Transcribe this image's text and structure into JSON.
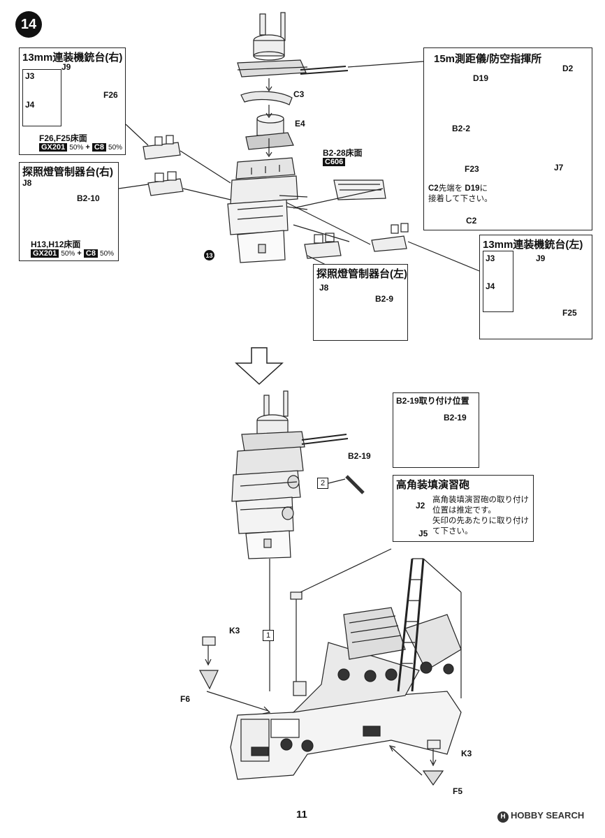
{
  "step": {
    "number": "14",
    "ref_step": "13"
  },
  "page_number": "11",
  "watermark": {
    "logo": "H",
    "text": "HOBBY SEARCH"
  },
  "boxes": {
    "mg_right": {
      "title": "13mm連装機銃台(右)",
      "parts": {
        "j9": "J9",
        "j3": "J3",
        "j4": "J4",
        "f26": "F26"
      },
      "deck_note": "F26,F25床面",
      "paint": {
        "c1": "GX201",
        "r1": "50%",
        "plus": "+",
        "c2": "C8",
        "r2": "50%"
      }
    },
    "searchlight_right": {
      "title": "探照燈管制器台(右)",
      "parts": {
        "j8": "J8",
        "b2_10": "B2-10"
      },
      "deck_note": "H13,H12床面",
      "paint": {
        "c1": "GX201",
        "r1": "50%",
        "plus": "+",
        "c2": "C8",
        "r2": "50%"
      }
    },
    "rangefinder": {
      "title": "15m測距儀/防空指揮所",
      "parts": {
        "d19": "D19",
        "d2": "D2",
        "b2_2": "B2-2",
        "f23": "F23",
        "j7": "J7",
        "c2": "C2"
      },
      "note_line1_prefix": "C2",
      "note_line1_mid": "先端を",
      "note_line1_part": "D19",
      "note_line1_suffix": "に",
      "note_line2": "接着して下さい。"
    },
    "mg_left": {
      "title": "13mm連装機銃台(左)",
      "parts": {
        "j3": "J3",
        "j9": "J9",
        "j4": "J4",
        "f25": "F25"
      }
    },
    "searchlight_left": {
      "title": "探照燈管制器台(左)",
      "parts": {
        "j8": "J8",
        "b2_9": "B2-9"
      }
    },
    "b2_19_position": {
      "title": "B2-19取り付け位置",
      "part": "B2-19"
    },
    "training_gun": {
      "title": "高角装填演習砲",
      "parts": {
        "j2": "J2",
        "j5": "J5"
      },
      "note_lines": [
        "高角装填演習砲の取り付け",
        "位置は推定です。",
        "矢印の先あたりに取り付け",
        "て下さい。"
      ]
    }
  },
  "labels": {
    "c3": "C3",
    "e4": "E4",
    "b2_28_deck": "B2-28床面",
    "c606": "C606",
    "b2_19": "B2-19",
    "k3_left": "K3",
    "f6": "F6",
    "k3_right": "K3",
    "f5": "F5",
    "seq1": "1",
    "seq2": "2"
  }
}
